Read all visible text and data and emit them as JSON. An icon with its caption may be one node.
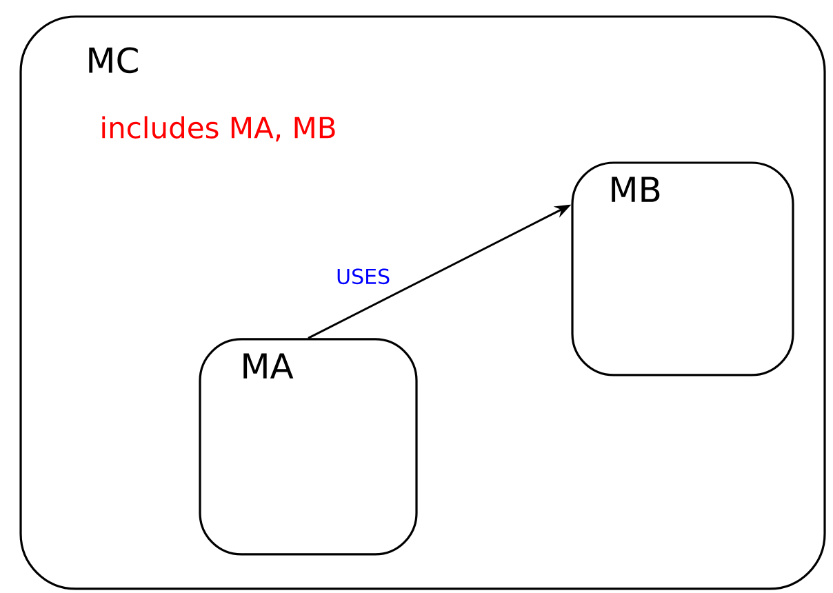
{
  "diagram": {
    "nodes": [
      {
        "text": [
          "MC",
          "includes MA, MB"
        ]
      },
      {
        "text": [
          "MA"
        ],
        "in": 0
      },
      {
        "text": [
          "MB"
        ],
        "in": 0
      }
    ],
    "edges": [
      {
        "from": 1,
        "to": 2,
        "arrow": "to",
        "label": "USES"
      }
    ]
  }
}
